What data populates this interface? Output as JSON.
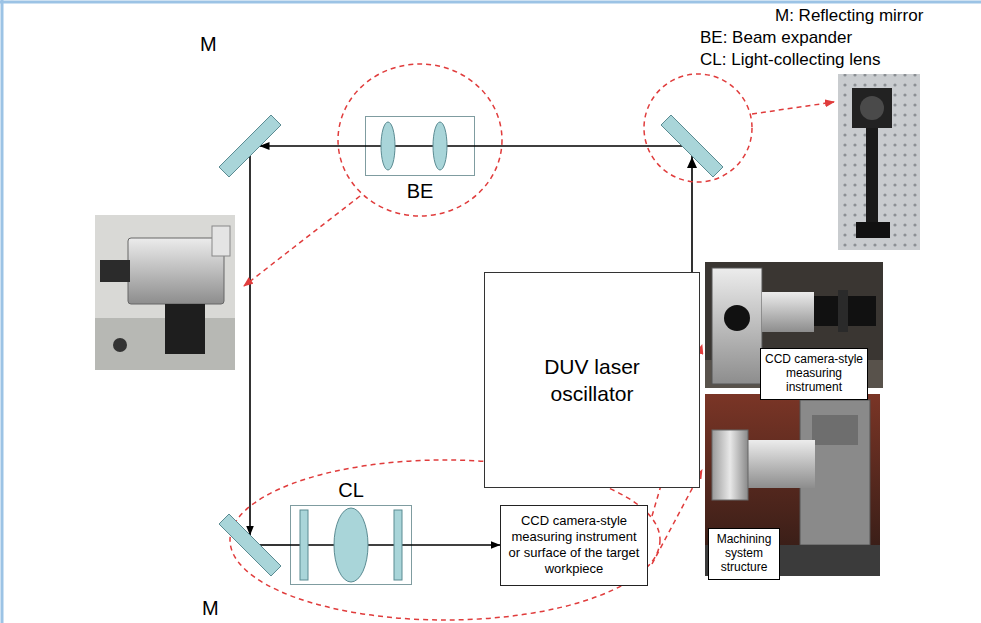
{
  "diagram": {
    "nodes": [
      {
        "text": [
          "M"
        ]
      },
      {
        "text": [
          "BE"
        ]
      },
      {
        "text": [
          "DUV laser oscillator"
        ]
      },
      {
        "text": [
          "M"
        ]
      },
      {
        "text": [
          "CL"
        ]
      },
      {
        "text": [
          "CCD camera-style measuring instrument or surface of the target workpiece"
        ]
      },
      {
        "text": [
          "CCD camera-style measuring instrument"
        ]
      },
      {
        "text": [
          "Machining system structure"
        ]
      }
    ],
    "edges": [
      {
        "from": 2,
        "to": 1,
        "arrow": "none"
      },
      {
        "from": 1,
        "to": 0,
        "arrow": "to"
      },
      {
        "from": 0,
        "to": 3,
        "arrow": "to"
      },
      {
        "from": 3,
        "to": 4,
        "arrow": "none"
      },
      {
        "from": 4,
        "to": 5,
        "arrow": "to"
      }
    ],
    "labels": [
      "M: Reflecting mirror",
      "BE: Beam expander",
      "CL: Light-collecting lens"
    ]
  }
}
